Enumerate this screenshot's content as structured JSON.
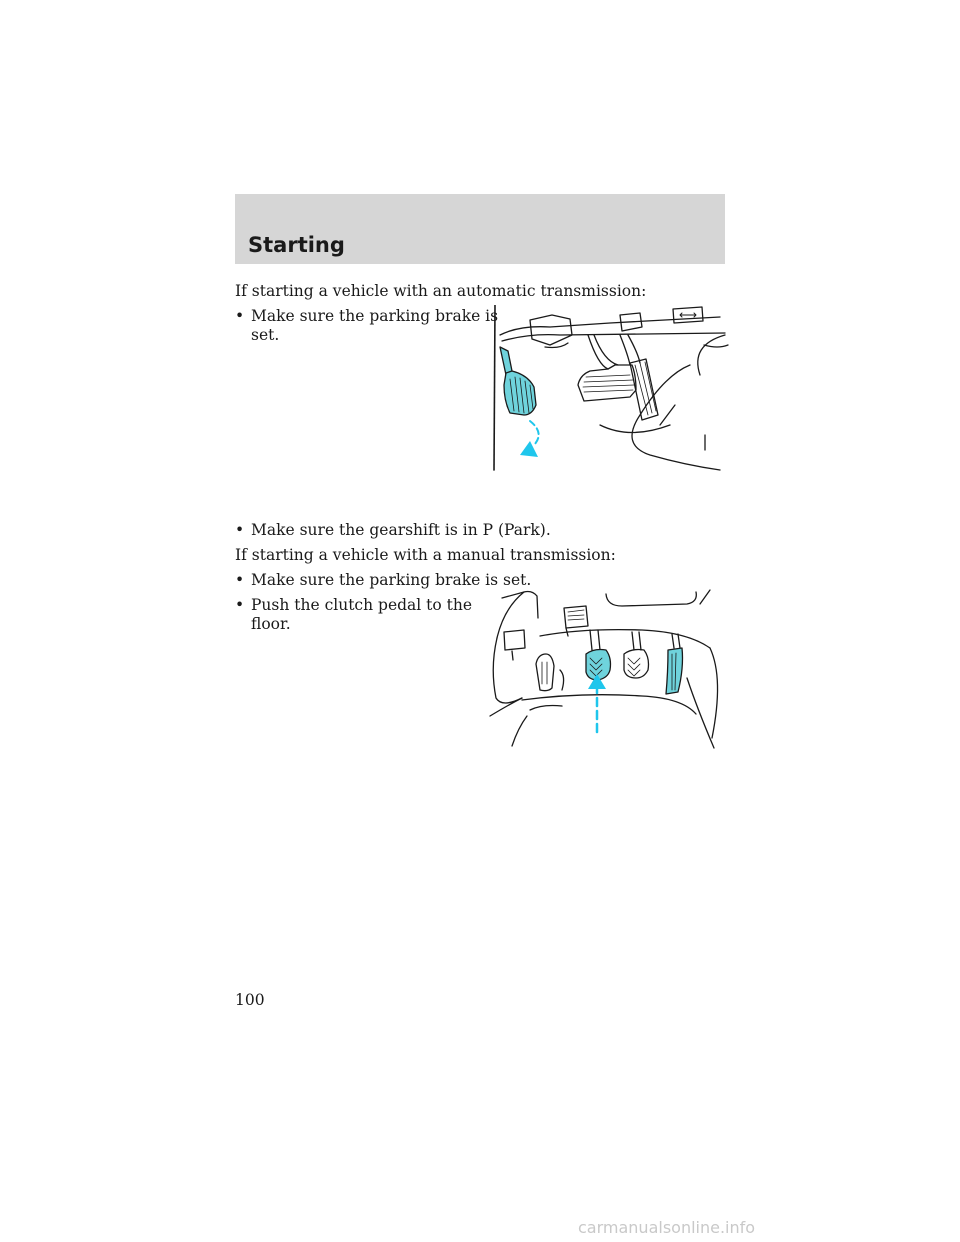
{
  "header": {
    "section_title": "Starting"
  },
  "content": {
    "intro_automatic": "If starting a vehicle with an automatic transmission:",
    "automatic_steps": [
      "Make sure the parking brake is",
      "set.",
      "Make sure the gearshift is in P (Park)."
    ],
    "intro_manual": "If starting a vehicle with a manual transmission:",
    "manual_steps": [
      "Make sure the parking brake is set.",
      "Push the clutch pedal to the",
      "floor."
    ],
    "bullet_glyph": "•"
  },
  "illustrations": {
    "accent_color": "#6fd3dc",
    "arrow_color": "#1fc6ec",
    "automatic": {
      "subject": "parking-brake-pedal-illustration"
    },
    "manual": {
      "subject": "clutch-pedal-illustration"
    }
  },
  "footer": {
    "page_number": "100",
    "watermark": "carmanualsonline.info"
  }
}
